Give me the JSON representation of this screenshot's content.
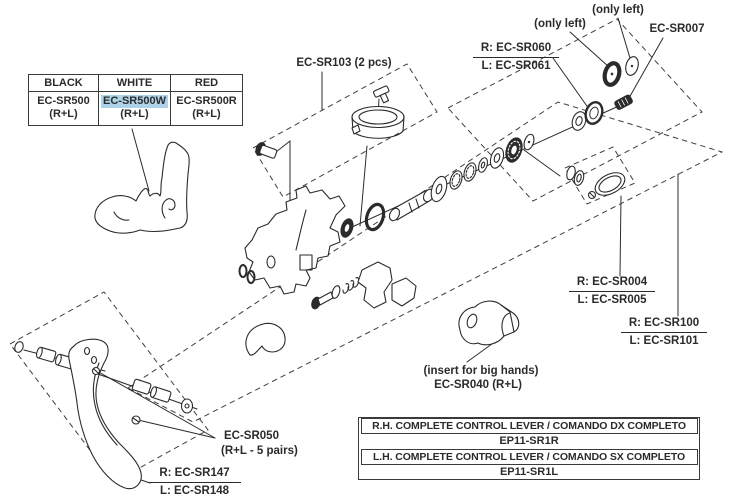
{
  "colors": {
    "ink": "#2b2b2b",
    "table_border": "#3a3a3a",
    "highlight": "#aed3e8",
    "background": "#ffffff"
  },
  "color_table": {
    "headers": [
      "BLACK",
      "WHITE",
      "RED"
    ],
    "cells": [
      {
        "code": "EC-SR500",
        "pair": "(R+L)",
        "highlighted": false
      },
      {
        "code": "EC-SR500W",
        "pair": "(R+L)",
        "highlighted": true
      },
      {
        "code": "EC-SR500R",
        "pair": "(R+L)",
        "highlighted": false
      }
    ]
  },
  "labels": {
    "sr103": "EC-SR103 (2 pcs)",
    "only_left_top": "(only left)",
    "only_left_mid": "(only left)",
    "sr007": "EC-SR007",
    "sr060_r": "R: EC-SR060",
    "sr061_l": "L: EC-SR061",
    "sr004_r": "R: EC-SR004",
    "sr005_l": "L: EC-SR005",
    "sr100_r": "R: EC-SR100",
    "sr101_l": "L: EC-SR101",
    "insert_note": "(insert for big hands)",
    "sr040": "EC-SR040 (R+L)",
    "sr050": "EC-SR050",
    "sr050_qty": "(R+L - 5 pairs)",
    "sr147_r": "R: EC-SR147",
    "sr148_l": "L: EC-SR148"
  },
  "lever_table": {
    "rows": [
      "R.H. COMPLETE CONTROL LEVER / COMANDO DX COMPLETO",
      "EP11-SR1R",
      "L.H. COMPLETE CONTROL LEVER / COMANDO SX COMPLETO",
      "EP11-SR1L"
    ]
  }
}
